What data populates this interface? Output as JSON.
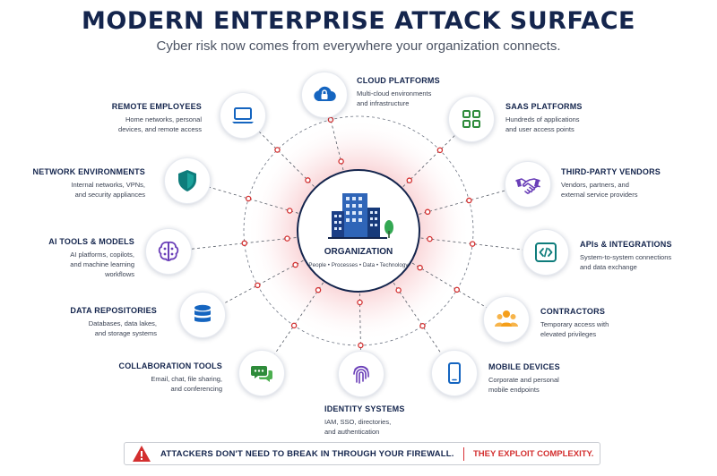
{
  "header": {
    "title": "MODERN ENTERPRISE ATTACK SURFACE",
    "subtitle": "Cyber risk now comes from everywhere your organization connects."
  },
  "center": {
    "title": "ORGANIZATION",
    "subtitle": "People • Processes • Data • Technology"
  },
  "nodes": {
    "remote": {
      "name": "REMOTE EMPLOYEES",
      "desc": "Home networks, personal\ndevices, and remote access",
      "icon": "laptop-icon"
    },
    "network": {
      "name": "NETWORK ENVIRONMENTS",
      "desc": "Internal networks, VPNs,\nand security appliances",
      "icon": "shield-icon"
    },
    "ai": {
      "name": "AI TOOLS & MODELS",
      "desc": "AI platforms, copilots,\nand machine learning\nworkflows",
      "icon": "brain-icon"
    },
    "data": {
      "name": "DATA REPOSITORIES",
      "desc": "Databases, data lakes,\nand storage systems",
      "icon": "database-icon"
    },
    "collab": {
      "name": "COLLABORATION TOOLS",
      "desc": "Email, chat, file sharing,\nand conferencing",
      "icon": "chat-icon"
    },
    "identity": {
      "name": "IDENTITY SYSTEMS",
      "desc": "IAM, SSO, directories,\nand authentication",
      "icon": "fingerprint-icon"
    },
    "cloud": {
      "name": "CLOUD PLATFORMS",
      "desc": "Multi-cloud environments\nand infrastructure",
      "icon": "cloud-lock-icon"
    },
    "saas": {
      "name": "SAAS PLATFORMS",
      "desc": "Hundreds of applications\nand user access points",
      "icon": "apps-grid-icon"
    },
    "vendors": {
      "name": "THIRD-PARTY VENDORS",
      "desc": "Vendors, partners, and\nexternal service providers",
      "icon": "handshake-icon"
    },
    "apis": {
      "name": "APIs & INTEGRATIONS",
      "desc": "System-to-system connections\nand data exchange",
      "icon": "code-icon"
    },
    "contractors": {
      "name": "CONTRACTORS",
      "desc": "Temporary access with\nelevated privileges",
      "icon": "people-icon"
    },
    "mobile": {
      "name": "MOBILE DEVICES",
      "desc": "Corporate and personal\nmobile endpoints",
      "icon": "smartphone-icon"
    }
  },
  "banner": {
    "text": "ATTACKERS DON'T NEED TO BREAK IN THROUGH YOUR FIREWALL.",
    "accent": "THEY EXPLOIT COMPLEXITY.",
    "icon": "warning-icon"
  },
  "colors": {
    "navy": "#14254d",
    "blue": "#1565c0",
    "green": "#2e8b3a",
    "purple": "#6a3fb8",
    "teal": "#0e7c7b",
    "orange": "#f59f1b",
    "red": "#d32f2f"
  }
}
